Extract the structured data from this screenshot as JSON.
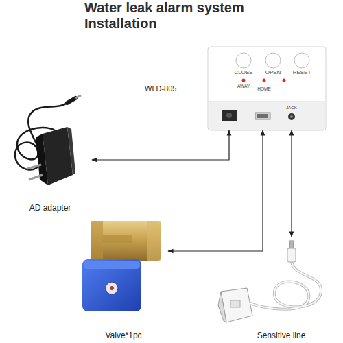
{
  "diagram": {
    "title": "Water leak alarm system Installation",
    "nodes": [
      {
        "text": [
          "WLD-805"
        ]
      },
      {
        "text": [
          "AD adapter"
        ]
      },
      {
        "text": [
          "Valve*1pc"
        ]
      },
      {
        "text": [
          "Sensitive line"
        ]
      }
    ],
    "edges": [
      {
        "from": 0,
        "to": 1,
        "arrow": "both"
      },
      {
        "from": 0,
        "to": 2,
        "arrow": "both"
      },
      {
        "from": 0,
        "to": 3,
        "arrow": "both"
      }
    ],
    "labels": [
      "CLOSE",
      "OPEN",
      "RESET",
      "AWAY",
      "HOME",
      "JACK"
    ]
  }
}
